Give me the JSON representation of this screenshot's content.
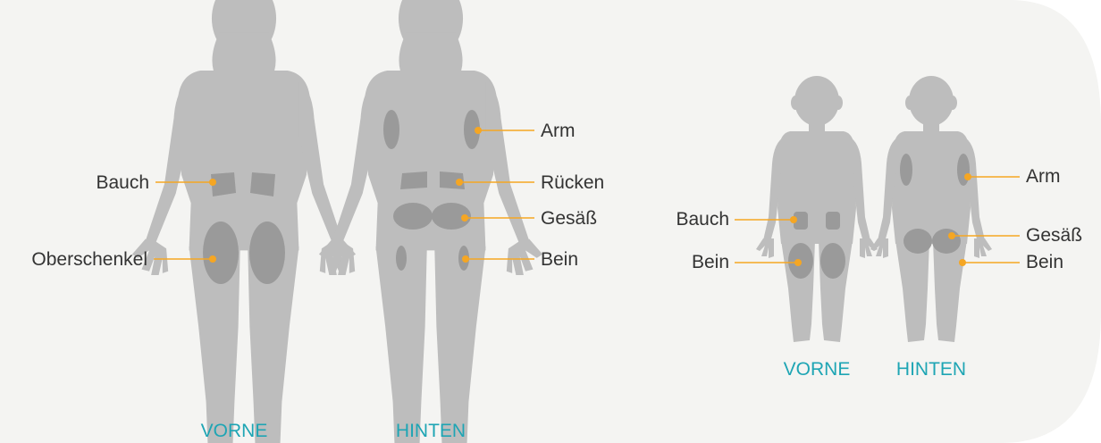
{
  "colors": {
    "panel_background": "#f4f4f2",
    "body_silhouette": "#bdbdbd",
    "injection_zone": "#9a9a9a",
    "leader_line": "#f5a623",
    "view_caption": "#1ea5b4",
    "label_text": "#333333"
  },
  "adult": {
    "front": {
      "caption": "VORNE",
      "labels": {
        "abdomen": "Bauch",
        "thigh": "Oberschenkel"
      }
    },
    "back": {
      "caption": "HINTEN",
      "labels": {
        "arm": "Arm",
        "back": "Rücken",
        "buttock": "Gesäß",
        "leg": "Bein"
      }
    }
  },
  "child": {
    "front": {
      "caption": "VORNE",
      "labels": {
        "abdomen": "Bauch",
        "leg": "Bein"
      }
    },
    "back": {
      "caption": "HINTEN",
      "labels": {
        "arm": "Arm",
        "buttock": "Gesäß",
        "leg": "Bein"
      }
    }
  }
}
